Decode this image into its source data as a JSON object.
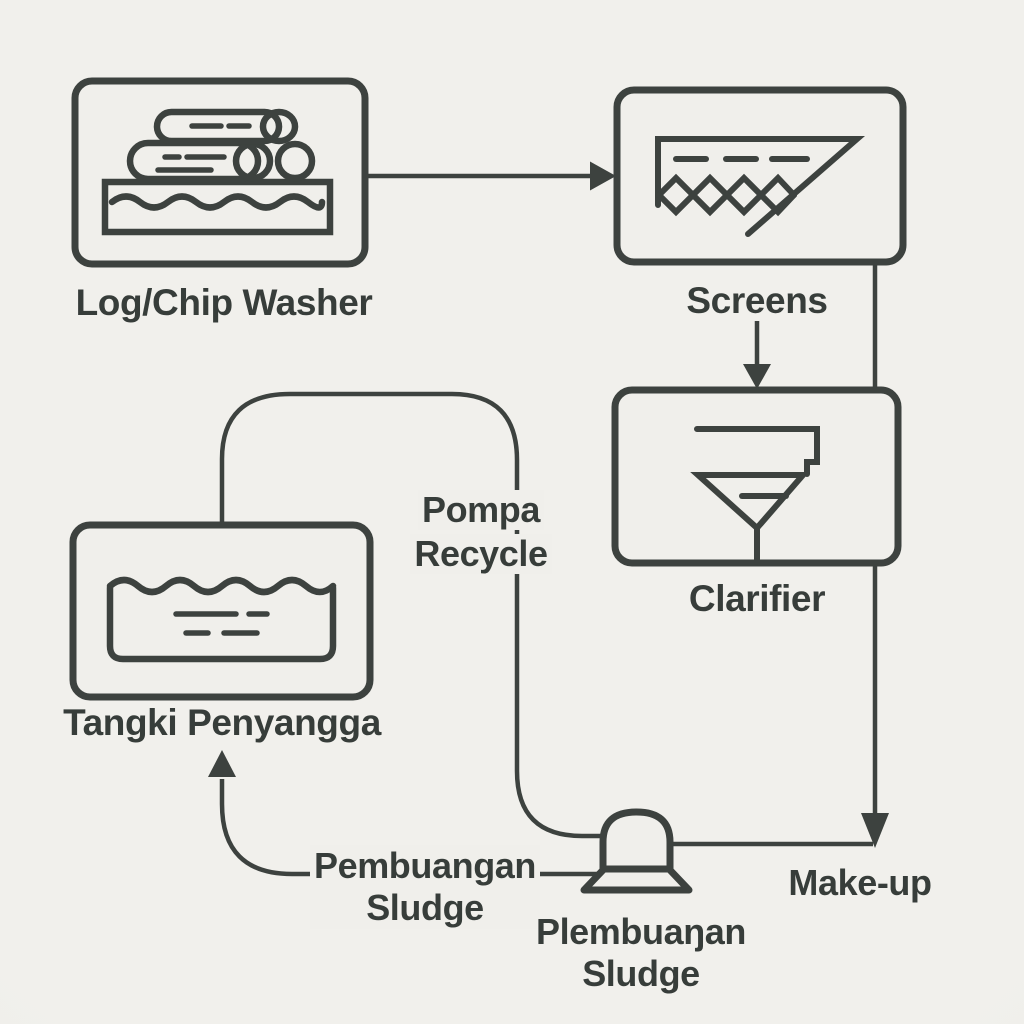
{
  "diagram": {
    "type": "process-flow",
    "language": "Indonesian/English",
    "colors": {
      "background": "#efeee9",
      "stroke": "#3d423f",
      "text": "#373d3a"
    },
    "nodes": [
      {
        "id": "log-chip-washer",
        "label": "Log/Chip Washer",
        "icon": "logs-wash-basin-icon"
      },
      {
        "id": "screens",
        "label": "Screens",
        "icon": "inclined-screen-mesh-icon"
      },
      {
        "id": "clarifier",
        "label": "Clarifier",
        "icon": "funnel-clarifier-icon"
      },
      {
        "id": "tangki-penyangga",
        "label": "Tangki Penyangga",
        "icon": "buffer-tank-water-icon"
      }
    ],
    "float_labels": {
      "pompa_recycle": {
        "line1": "Pompa",
        "line2": "Recycle"
      },
      "pembuangan_sludge_left": {
        "line1": "Pembuangan",
        "line2": "Sludge"
      },
      "pembuangan_sludge_bottom": {
        "line1": "Plembuaŋan",
        "line2": "Sludge"
      },
      "make_up": "Make-up"
    },
    "edges": [
      {
        "from": "Log/Chip Washer",
        "to": "Screens",
        "style": "arrow-right"
      },
      {
        "from": "Screens",
        "to": "Clarifier",
        "style": "arrow-down"
      },
      {
        "from": "Screens",
        "to": "make-up junction",
        "style": "arrow-down-long"
      },
      {
        "from": "pump",
        "to": "make-up junction",
        "style": "line",
        "label": "Make-up"
      },
      {
        "from": "pump",
        "to": "Tangki Penyangga",
        "style": "pipe-over-top",
        "label": "Pompa Recycle"
      },
      {
        "from": "pump",
        "to": "Tangki Penyangga",
        "style": "curved-arrow-up",
        "label": "Pembuangan Sludge"
      }
    ]
  }
}
